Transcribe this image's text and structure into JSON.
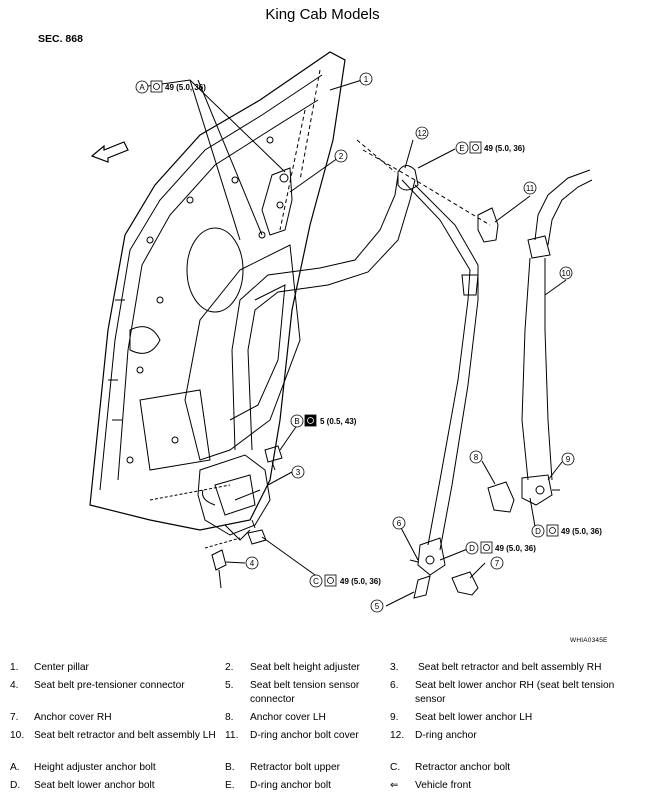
{
  "title": "King Cab Models",
  "section": "SEC. 868",
  "figure_id": "WHIA0345E",
  "torque_specs": {
    "A": "49 (5.0, 36)",
    "B": "5 (0.5, 43)",
    "C": "49 (5.0, 36)",
    "D_rh": "49 (5.0, 36)",
    "D_lh": "49 (5.0, 36)",
    "E": "49 (5.0, 36)"
  },
  "legend": [
    {
      "key": "1.",
      "text": "Center pillar"
    },
    {
      "key": "2.",
      "text": "Seat belt height adjuster"
    },
    {
      "key": "3.",
      "text": "Seat belt retractor and belt assembly RH"
    },
    {
      "key": "4.",
      "text": "Seat belt pre-tensioner connector"
    },
    {
      "key": "5.",
      "text": "Seat belt tension sensor connector"
    },
    {
      "key": "6.",
      "text": "Seat belt lower anchor RH (seat belt tension sensor"
    },
    {
      "key": "7.",
      "text": "Anchor cover RH"
    },
    {
      "key": "8.",
      "text": "Anchor cover LH"
    },
    {
      "key": "9.",
      "text": "Seat belt lower anchor LH"
    },
    {
      "key": "10.",
      "text": "Seat belt retractor and belt assembly LH"
    },
    {
      "key": "11.",
      "text": "D-ring anchor bolt cover"
    },
    {
      "key": "12.",
      "text": "D-ring anchor"
    },
    {
      "key": "A.",
      "text": "Height adjuster anchor bolt"
    },
    {
      "key": "B.",
      "text": "Retractor bolt upper"
    },
    {
      "key": "C.",
      "text": "Retractor anchor bolt"
    },
    {
      "key": "D.",
      "text": "Seat belt lower anchor bolt"
    },
    {
      "key": "E.",
      "text": "D-ring anchor bolt"
    },
    {
      "key": "⇐",
      "text": "Vehicle front"
    }
  ]
}
